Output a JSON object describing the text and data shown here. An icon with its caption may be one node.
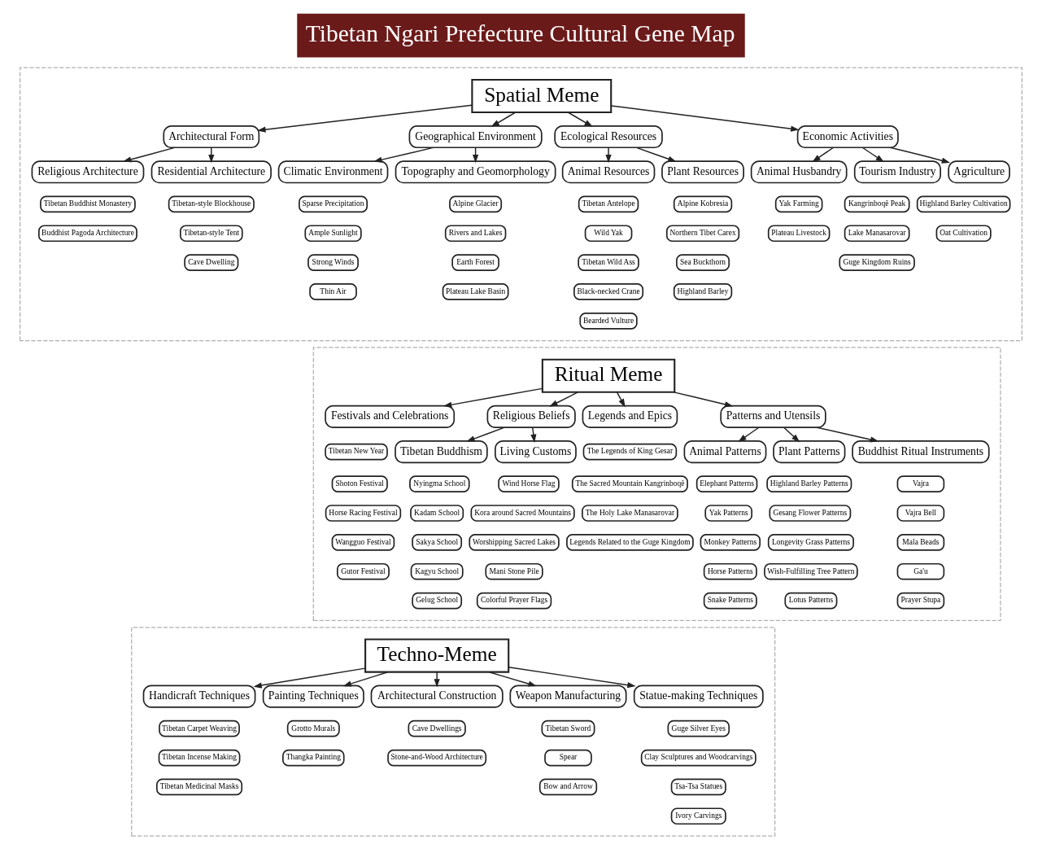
{
  "diagram": {
    "title": "Tibetan Ngari Prefecture Cultural Gene Map",
    "nodes": [
      {
        "text": [],
        "shape": "box"
      },
      {
        "text": [
          "Spatial Meme"
        ],
        "in": 0
      },
      {
        "text": [
          "Architectural Form"
        ],
        "in": 0
      },
      {
        "text": [
          "Religious Architecture"
        ],
        "in": 0
      },
      {
        "text": [
          "Tibetan Buddhist Monastery"
        ],
        "in": 0
      },
      {
        "text": [
          "Buddhist Pagoda Architecture"
        ],
        "in": 0
      },
      {
        "text": [
          "Residential Architecture"
        ],
        "in": 0
      },
      {
        "text": [
          "Tibetan-style Blockhouse"
        ],
        "in": 0
      },
      {
        "text": [
          "Tibetan-style Tent"
        ],
        "in": 0
      },
      {
        "text": [
          "Cave Dwelling"
        ],
        "in": 0
      },
      {
        "text": [
          "Geographical Environment"
        ],
        "in": 0
      },
      {
        "text": [
          "Climatic Environment"
        ],
        "in": 0
      },
      {
        "text": [
          "Sparse Precipitation"
        ],
        "in": 0
      },
      {
        "text": [
          "Ample Sunlight"
        ],
        "in": 0
      },
      {
        "text": [
          "Strong Winds"
        ],
        "in": 0
      },
      {
        "text": [
          "Thin Air"
        ],
        "in": 0
      },
      {
        "text": [
          "Topography and Geomorphology"
        ],
        "in": 0
      },
      {
        "text": [
          "Alpine Glacier"
        ],
        "in": 0
      },
      {
        "text": [
          "Rivers and Lakes"
        ],
        "in": 0
      },
      {
        "text": [
          "Earth Forest"
        ],
        "in": 0
      },
      {
        "text": [
          "Plateau Lake Basin"
        ],
        "in": 0
      },
      {
        "text": [
          "Ecological Resources"
        ],
        "in": 0
      },
      {
        "text": [
          "Animal Resources"
        ],
        "in": 0
      },
      {
        "text": [
          "Tibetan Antelope"
        ],
        "in": 0
      },
      {
        "text": [
          "Wild Yak"
        ],
        "in": 0
      },
      {
        "text": [
          "Tibetan Wild Ass"
        ],
        "in": 0
      },
      {
        "text": [
          "Black-necked Crane"
        ],
        "in": 0
      },
      {
        "text": [
          "Bearded Vulture"
        ],
        "in": 0
      },
      {
        "text": [
          "Plant Resources"
        ],
        "in": 0
      },
      {
        "text": [
          "Alpine Kobresia"
        ],
        "in": 0
      },
      {
        "text": [
          "Northern Tibet Carex"
        ],
        "in": 0
      },
      {
        "text": [
          "Sea Buckthorn"
        ],
        "in": 0
      },
      {
        "text": [
          "Highland Barley"
        ],
        "in": 0
      },
      {
        "text": [
          "Economic Activities"
        ],
        "in": 0
      },
      {
        "text": [
          "Animal Husbandry"
        ],
        "in": 0
      },
      {
        "text": [
          "Yak Farming"
        ],
        "in": 0
      },
      {
        "text": [
          "Plateau Livestock"
        ],
        "in": 0
      },
      {
        "text": [
          "Tourism Industry"
        ],
        "in": 0
      },
      {
        "text": [
          "Kangrinboqê Peak"
        ],
        "in": 0
      },
      {
        "text": [
          "Lake Manasarovar"
        ],
        "in": 0
      },
      {
        "text": [
          "Guge Kingdom Ruins"
        ],
        "in": 0
      },
      {
        "text": [
          "Agriculture"
        ],
        "in": 0
      },
      {
        "text": [
          "Highland Barley Cultivation"
        ],
        "in": 0
      },
      {
        "text": [
          "Oat Cultivation"
        ],
        "in": 0
      },
      {
        "text": [],
        "shape": "box"
      },
      {
        "text": [
          "Ritual Meme"
        ],
        "in": 44
      },
      {
        "text": [
          "Festivals and Celebrations"
        ],
        "in": 44
      },
      {
        "text": [
          "Tibetan New Year"
        ],
        "in": 44
      },
      {
        "text": [
          "Shoton Festival"
        ],
        "in": 44
      },
      {
        "text": [
          "Horse Racing Festival"
        ],
        "in": 44
      },
      {
        "text": [
          "Wangguo Festival"
        ],
        "in": 44
      },
      {
        "text": [
          "Gutor Festival"
        ],
        "in": 44
      },
      {
        "text": [
          "Religious Beliefs"
        ],
        "in": 44
      },
      {
        "text": [
          "Tibetan Buddhism"
        ],
        "in": 44
      },
      {
        "text": [
          "Nyingma School"
        ],
        "in": 44
      },
      {
        "text": [
          "Kadam School"
        ],
        "in": 44
      },
      {
        "text": [
          "Sakya School"
        ],
        "in": 44
      },
      {
        "text": [
          "Kagyu School"
        ],
        "in": 44
      },
      {
        "text": [
          "Gelug School"
        ],
        "in": 44
      },
      {
        "text": [
          "Living Customs"
        ],
        "in": 44
      },
      {
        "text": [
          "Wind Horse Flag"
        ],
        "in": 44
      },
      {
        "text": [
          "Kora around Sacred Mountains"
        ],
        "in": 44
      },
      {
        "text": [
          "Worshipping Sacred Lakes"
        ],
        "in": 44
      },
      {
        "text": [
          "Mani Stone Pile"
        ],
        "in": 44
      },
      {
        "text": [
          "Colorful Prayer Flags"
        ],
        "in": 44
      },
      {
        "text": [
          "Legends and Epics"
        ],
        "in": 44
      },
      {
        "text": [
          "The Legends of King Gesar"
        ],
        "in": 44
      },
      {
        "text": [
          "The Sacred Mountain Kangrinboqê"
        ],
        "in": 44
      },
      {
        "text": [
          "The Holy Lake Manasarovar"
        ],
        "in": 44
      },
      {
        "text": [
          "Legends Related to the Guge Kingdom"
        ],
        "in": 44
      },
      {
        "text": [
          "Patterns and Utensils"
        ],
        "in": 44
      },
      {
        "text": [
          "Animal Patterns"
        ],
        "in": 44
      },
      {
        "text": [
          "Elephant Patterns"
        ],
        "in": 44
      },
      {
        "text": [
          "Yak Patterns"
        ],
        "in": 44
      },
      {
        "text": [
          "Monkey Patterns"
        ],
        "in": 44
      },
      {
        "text": [
          "Horse Patterns"
        ],
        "in": 44
      },
      {
        "text": [
          "Snake Patterns"
        ],
        "in": 44
      },
      {
        "text": [
          "Plant Patterns"
        ],
        "in": 44
      },
      {
        "text": [
          "Highland Barley Patterns"
        ],
        "in": 44
      },
      {
        "text": [
          "Gesang Flower Patterns"
        ],
        "in": 44
      },
      {
        "text": [
          "Longevity Grass Patterns"
        ],
        "in": 44
      },
      {
        "text": [
          "Wish-Fulfilling Tree Pattern"
        ],
        "in": 44
      },
      {
        "text": [
          "Lotus Patterns"
        ],
        "in": 44
      },
      {
        "text": [
          "Buddhist Ritual Instruments"
        ],
        "in": 44
      },
      {
        "text": [
          "Vajra"
        ],
        "in": 44
      },
      {
        "text": [
          "Vajra Bell"
        ],
        "in": 44
      },
      {
        "text": [
          "Mala Beads"
        ],
        "in": 44
      },
      {
        "text": [
          "Ga'u"
        ],
        "in": 44
      },
      {
        "text": [
          "Prayer Stupa"
        ],
        "in": 44
      },
      {
        "text": [],
        "shape": "box"
      },
      {
        "text": [
          "Techno-Meme"
        ],
        "in": 89
      },
      {
        "text": [
          "Handicraft Techniques"
        ],
        "in": 89
      },
      {
        "text": [
          "Tibetan Carpet Weaving"
        ],
        "in": 89
      },
      {
        "text": [
          "Tibetan Incense Making"
        ],
        "in": 89
      },
      {
        "text": [
          "Tibetan Medicinal Masks"
        ],
        "in": 89
      },
      {
        "text": [
          "Painting Techniques"
        ],
        "in": 89
      },
      {
        "text": [
          "Grotto Murals"
        ],
        "in": 89
      },
      {
        "text": [
          "Thangka Painting"
        ],
        "in": 89
      },
      {
        "text": [
          "Architectural Construction"
        ],
        "in": 89
      },
      {
        "text": [
          "Cave Dwellings"
        ],
        "in": 89
      },
      {
        "text": [
          "Stone-and-Wood Architecture"
        ],
        "in": 89
      },
      {
        "text": [
          "Weapon Manufacturing"
        ],
        "in": 89
      },
      {
        "text": [
          "Tibetan Sword"
        ],
        "in": 89
      },
      {
        "text": [
          "Spear"
        ],
        "in": 89
      },
      {
        "text": [
          "Bow and Arrow"
        ],
        "in": 89
      },
      {
        "text": [
          "Statue-making Techniques"
        ],
        "in": 89
      },
      {
        "text": [
          "Guge Silver Eyes"
        ],
        "in": 89
      },
      {
        "text": [
          "Clay Sculptures and Woodcarvings"
        ],
        "in": 89
      },
      {
        "text": [
          "Tsa-Tsa Statues"
        ],
        "in": 89
      },
      {
        "text": [
          "Ivory Carvings"
        ],
        "in": 89
      }
    ],
    "edges": [
      {
        "from": 1,
        "to": 2,
        "arrow": "to"
      },
      {
        "from": 1,
        "to": 10,
        "arrow": "to"
      },
      {
        "from": 1,
        "to": 21,
        "arrow": "to"
      },
      {
        "from": 1,
        "to": 33,
        "arrow": "to"
      },
      {
        "from": 2,
        "to": 3,
        "arrow": "to"
      },
      {
        "from": 2,
        "to": 6,
        "arrow": "to"
      },
      {
        "from": 10,
        "to": 11,
        "arrow": "to"
      },
      {
        "from": 10,
        "to": 16,
        "arrow": "to"
      },
      {
        "from": 21,
        "to": 22,
        "arrow": "to"
      },
      {
        "from": 21,
        "to": 28,
        "arrow": "to"
      },
      {
        "from": 33,
        "to": 34,
        "arrow": "to"
      },
      {
        "from": 33,
        "to": 37,
        "arrow": "to"
      },
      {
        "from": 33,
        "to": 41,
        "arrow": "to"
      },
      {
        "from": 45,
        "to": 46,
        "arrow": "to"
      },
      {
        "from": 45,
        "to": 52,
        "arrow": "to"
      },
      {
        "from": 45,
        "to": 65,
        "arrow": "to"
      },
      {
        "from": 45,
        "to": 70,
        "arrow": "to"
      },
      {
        "from": 52,
        "to": 53,
        "arrow": "to"
      },
      {
        "from": 52,
        "to": 59,
        "arrow": "to"
      },
      {
        "from": 70,
        "to": 71,
        "arrow": "to"
      },
      {
        "from": 70,
        "to": 77,
        "arrow": "to"
      },
      {
        "from": 70,
        "to": 83,
        "arrow": "to"
      },
      {
        "from": 90,
        "to": 91,
        "arrow": "to"
      },
      {
        "from": 90,
        "to": 95,
        "arrow": "to"
      },
      {
        "from": 90,
        "to": 98,
        "arrow": "to"
      },
      {
        "from": 90,
        "to": 101,
        "arrow": "to"
      },
      {
        "from": 90,
        "to": 105,
        "arrow": "to"
      }
    ]
  }
}
